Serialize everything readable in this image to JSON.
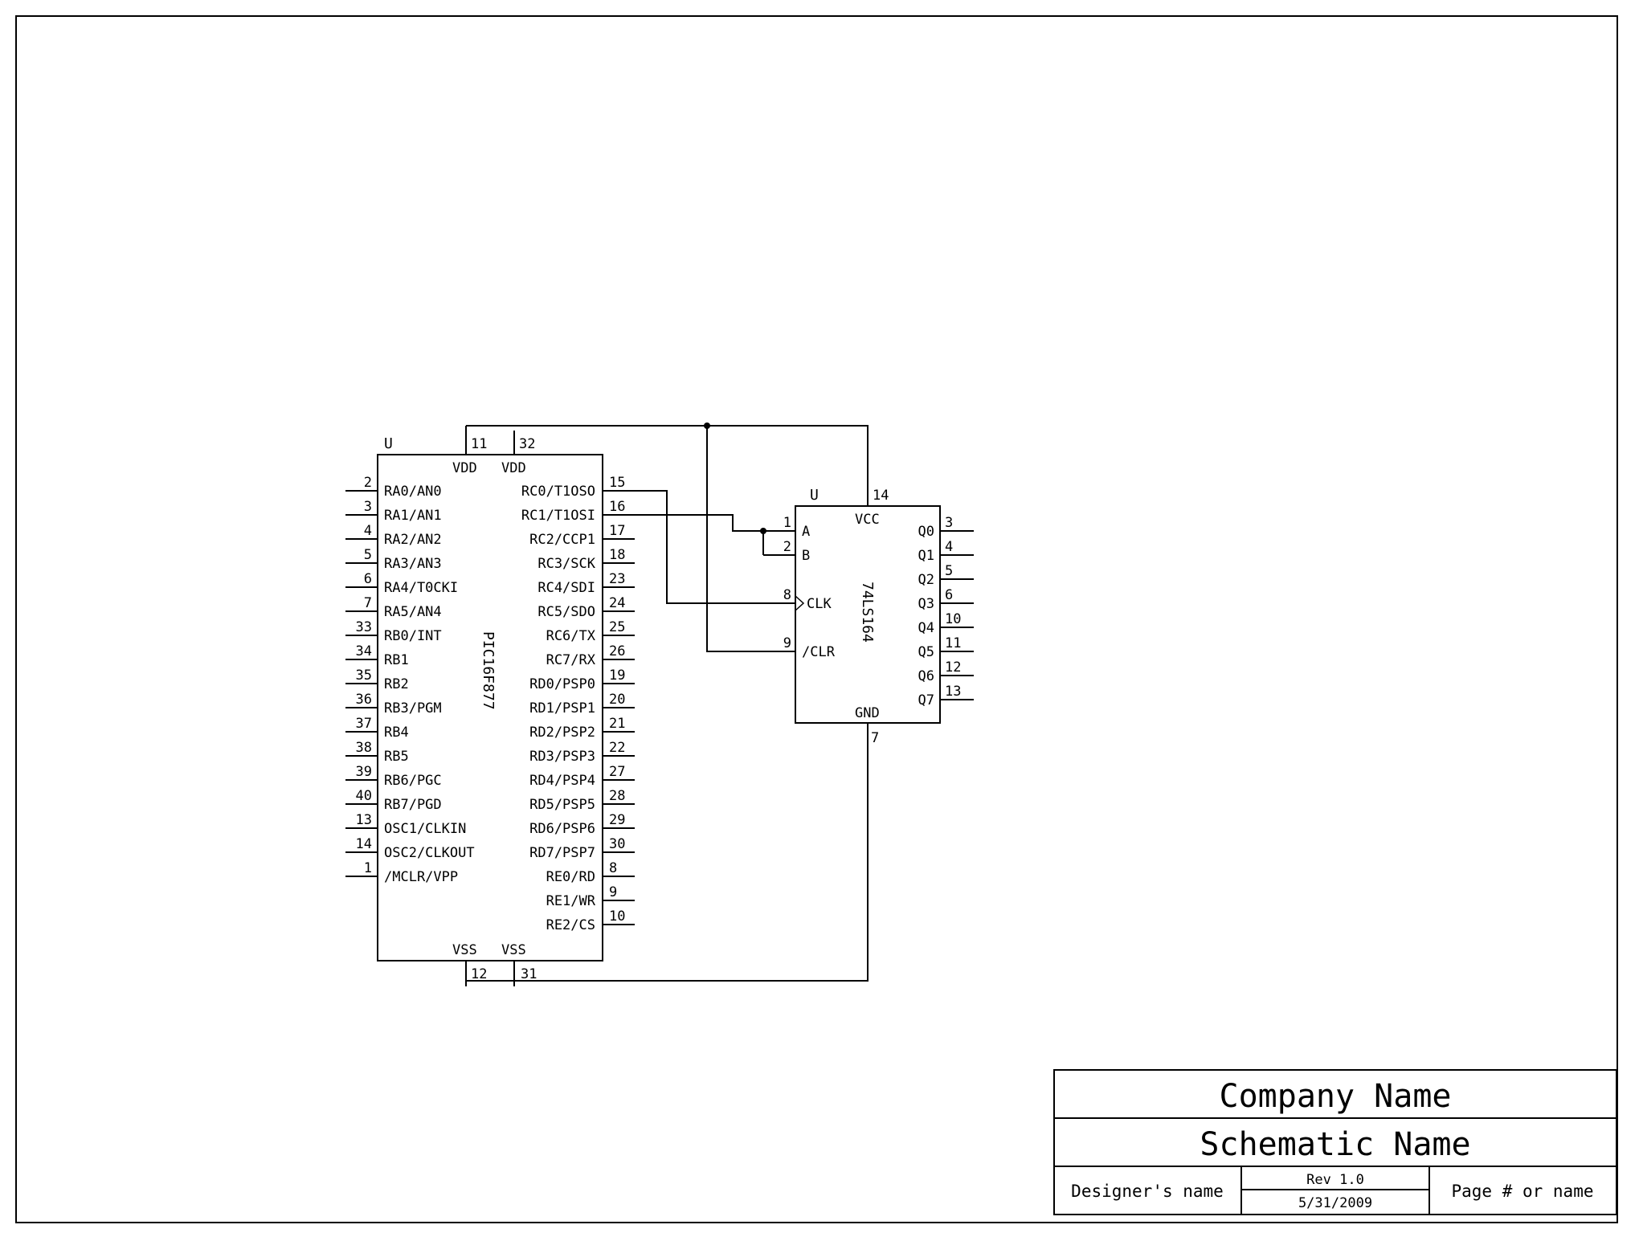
{
  "schematic": {
    "u1": {
      "ref": "U",
      "part": "PIC16F877",
      "top_pins": [
        {
          "name": "VDD",
          "num": "11"
        },
        {
          "name": "VDD",
          "num": "32"
        }
      ],
      "bottom_pins": [
        {
          "name": "VSS",
          "num": "12"
        },
        {
          "name": "VSS",
          "num": "31"
        }
      ],
      "left_pins": [
        {
          "name": "RA0/AN0",
          "num": "2"
        },
        {
          "name": "RA1/AN1",
          "num": "3"
        },
        {
          "name": "RA2/AN2",
          "num": "4"
        },
        {
          "name": "RA3/AN3",
          "num": "5"
        },
        {
          "name": "RA4/T0CKI",
          "num": "6"
        },
        {
          "name": "RA5/AN4",
          "num": "7"
        },
        {
          "name": "RB0/INT",
          "num": "33"
        },
        {
          "name": "RB1",
          "num": "34"
        },
        {
          "name": "RB2",
          "num": "35"
        },
        {
          "name": "RB3/PGM",
          "num": "36"
        },
        {
          "name": "RB4",
          "num": "37"
        },
        {
          "name": "RB5",
          "num": "38"
        },
        {
          "name": "RB6/PGC",
          "num": "39"
        },
        {
          "name": "RB7/PGD",
          "num": "40"
        },
        {
          "name": "OSC1/CLKIN",
          "num": "13"
        },
        {
          "name": "OSC2/CLKOUT",
          "num": "14"
        },
        {
          "name": "/MCLR/VPP",
          "num": "1"
        }
      ],
      "right_pins": [
        {
          "name": "RC0/T1OSO",
          "num": "15"
        },
        {
          "name": "RC1/T1OSI",
          "num": "16"
        },
        {
          "name": "RC2/CCP1",
          "num": "17"
        },
        {
          "name": "RC3/SCK",
          "num": "18"
        },
        {
          "name": "RC4/SDI",
          "num": "23"
        },
        {
          "name": "RC5/SDO",
          "num": "24"
        },
        {
          "name": "RC6/TX",
          "num": "25"
        },
        {
          "name": "RC7/RX",
          "num": "26"
        },
        {
          "name": "RD0/PSP0",
          "num": "19"
        },
        {
          "name": "RD1/PSP1",
          "num": "20"
        },
        {
          "name": "RD2/PSP2",
          "num": "21"
        },
        {
          "name": "RD3/PSP3",
          "num": "22"
        },
        {
          "name": "RD4/PSP4",
          "num": "27"
        },
        {
          "name": "RD5/PSP5",
          "num": "28"
        },
        {
          "name": "RD6/PSP6",
          "num": "29"
        },
        {
          "name": "RD7/PSP7",
          "num": "30"
        },
        {
          "name": "RE0/RD",
          "num": "8"
        },
        {
          "name": "RE1/WR",
          "num": "9"
        },
        {
          "name": "RE2/CS",
          "num": "10"
        }
      ]
    },
    "u2": {
      "ref": "U",
      "part": "74LS164",
      "vcc": {
        "name": "VCC",
        "num": "14"
      },
      "gnd": {
        "name": "GND",
        "num": "7"
      },
      "left_pins": [
        {
          "name": "A",
          "num": "1"
        },
        {
          "name": "B",
          "num": "2"
        },
        {
          "name": "CLK",
          "num": "8"
        },
        {
          "name": "/CLR",
          "num": "9"
        }
      ],
      "right_pins": [
        {
          "name": "Q0",
          "num": "3"
        },
        {
          "name": "Q1",
          "num": "4"
        },
        {
          "name": "Q2",
          "num": "5"
        },
        {
          "name": "Q3",
          "num": "6"
        },
        {
          "name": "Q4",
          "num": "10"
        },
        {
          "name": "Q5",
          "num": "11"
        },
        {
          "name": "Q6",
          "num": "12"
        },
        {
          "name": "Q7",
          "num": "13"
        }
      ]
    }
  },
  "title_block": {
    "company": "Company Name",
    "schematic": "Schematic Name",
    "designer": "Designer's name",
    "rev": "Rev 1.0",
    "date": "5/31/2009",
    "page": "Page # or name"
  }
}
